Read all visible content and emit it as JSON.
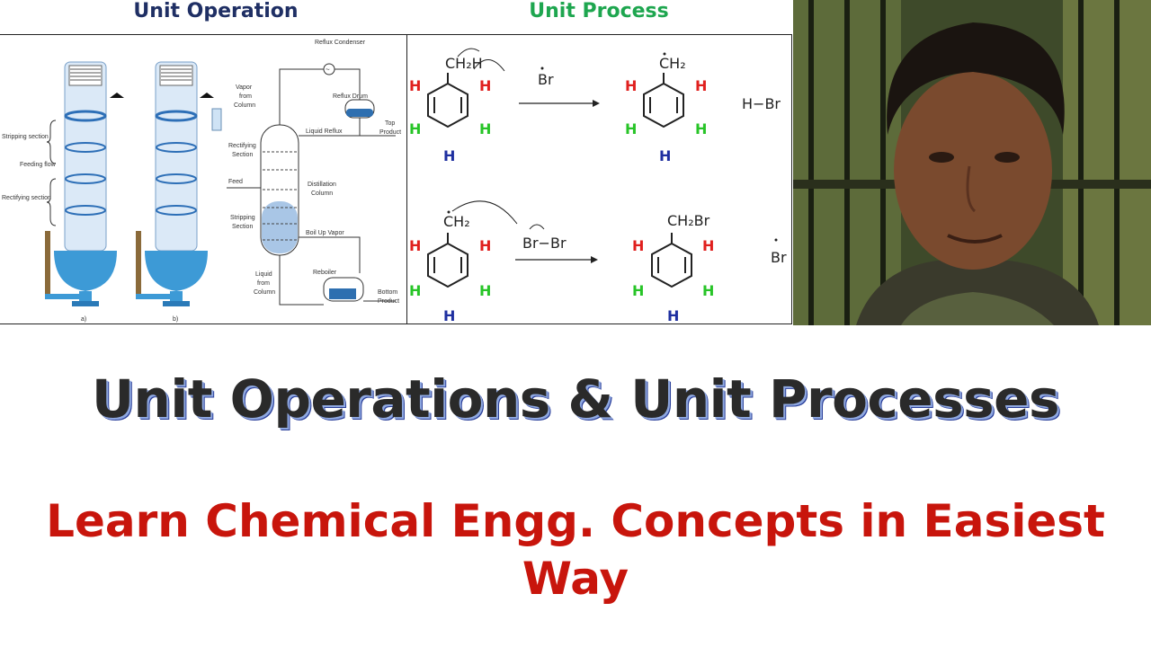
{
  "headers": {
    "unit_operation": "Unit Operation",
    "unit_process": "Unit Process"
  },
  "column_figure": {
    "labels": [
      "Stripping section",
      "Feeding flow",
      "Rectifying section"
    ],
    "captions": [
      "a)",
      "b)"
    ]
  },
  "distillation_diagram": {
    "reflux_condenser": "Reflux Condenser",
    "reflux_drum": "Reflux Drum",
    "vapor_from_column": [
      "Vapor",
      "from",
      "Column"
    ],
    "top_product": [
      "Top",
      "Product"
    ],
    "liquid_reflux": "Liquid Reflux",
    "rectifying_section": [
      "Rectifying",
      "Section"
    ],
    "feed": "Feed",
    "distillation_column": [
      "Distillation",
      "Column"
    ],
    "stripping_section": [
      "Stripping",
      "Section"
    ],
    "boil_up_vapor": "Boil Up Vapor",
    "reboiler": "Reboiler",
    "liquid_from_column": [
      "Liquid",
      "from",
      "Column"
    ],
    "bottom_product": [
      "Bottom",
      "Product"
    ]
  },
  "reactions": {
    "r1": {
      "reactant": "CH₂H",
      "radical": "Br",
      "product": "CH₂",
      "byproduct": "H−Br"
    },
    "r2": {
      "reactant": "CH₂",
      "reagent": "Br−Br",
      "product": "CH₂Br",
      "byproduct": "Br"
    },
    "h": "H"
  },
  "title": "Unit Operations & Unit Processes",
  "subtitle": "Learn Chemical Engg. Concepts in Easiest Way",
  "colors": {
    "navy": "#1f2f64",
    "green": "#1ea64f",
    "red": "#c8150c",
    "title_shadow": "#2a3f9a"
  }
}
